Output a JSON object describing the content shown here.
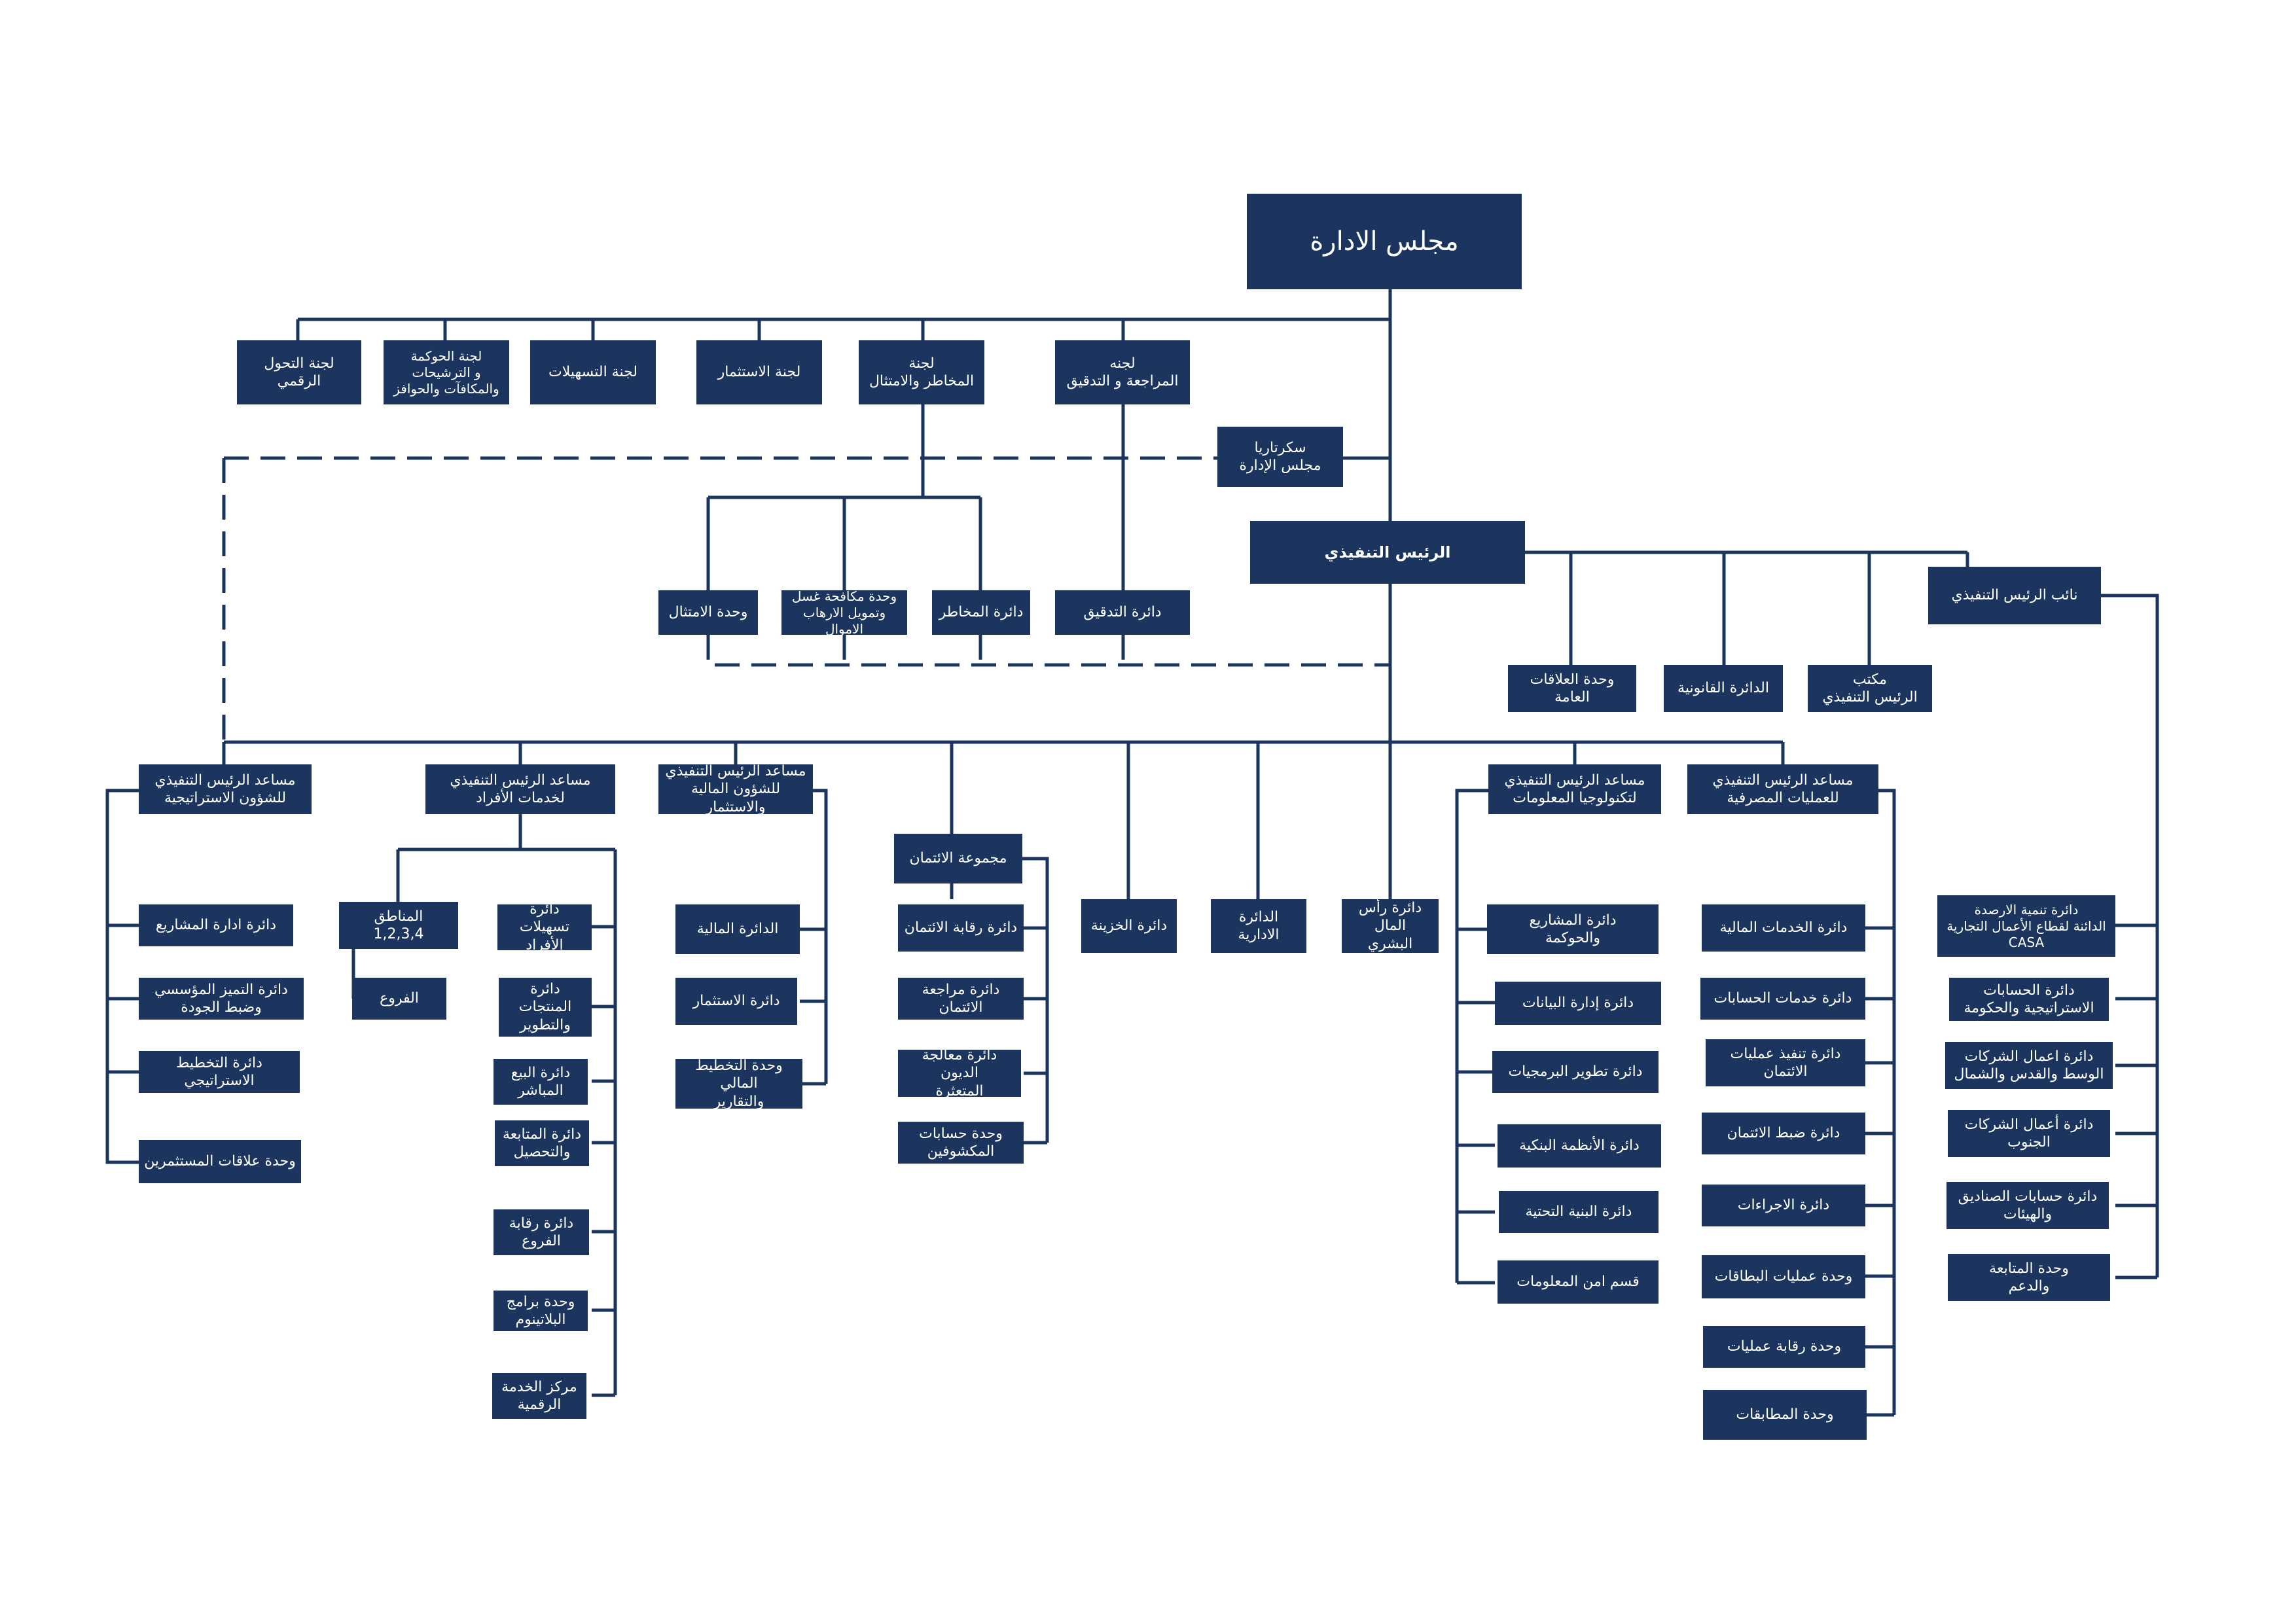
{
  "board": "مجلس الادارة",
  "committees": {
    "digital": "لجنة التحول\nالرقمي",
    "governance": "لجنة الحوكمة\nو الترشيحات\nوالمكافآت والحوافز",
    "facilities": "لجنة التسهيلات",
    "investment": "لجنة الاستثمار",
    "risk": "لجنة\nالمخاطر والامتثال",
    "audit": "لجنه\nالمراجعة و التدقيق"
  },
  "secretariat": "سكرتاريا\nمجلس الإدارة",
  "ceo": "الرئيس التنفيذي",
  "deputy_ceo": "نائب الرئيس التنفيذي",
  "control_units": {
    "compliance": "وحدة الامتثال",
    "aml": "وحدة مكافحة غسل\nوتمويل الارهاب الاموال",
    "risk_dept": "دائرة المخاطر",
    "audit_dept": "دائرة التدقيق"
  },
  "ceo_support": {
    "pr": "وحدة العلاقات العامة",
    "legal": "الدائرة القانونية",
    "office": "مكتب\nالرئيس التنفيذي"
  },
  "assistants": {
    "strategic": "مساعد الرئيس التنفيذي\nللشؤون الاستراتيجية",
    "retail": "مساعد الرئيس التنفيذي\nلخدمات الأفراد",
    "finance": "مساعد الرئيس التنفيذي\nللشؤون المالية والاستثمار",
    "it": "مساعد الرئيس التنفيذي\nلتكنولوجيا المعلومات",
    "banking": "مساعد الرئيس التنفيذي\nللعمليات المصرفية"
  },
  "strategic_units": [
    "دائرة ادارة المشاريع",
    "دائرة التميز المؤسسي\nوضبط الجودة",
    "دائرة التخطيط الاستراتيجي",
    "وحدة علاقات المستثمرين"
  ],
  "regions": "المناطق\n1,2,3,4",
  "branches": "الفروع",
  "retail_units": [
    "دائرة تسهيلات\nالأفراد",
    "دائرة المنتجات\nوالتطوير",
    "دائرة البيع\nالمباشر",
    "دائرة المتابعة\nوالتحصيل",
    "دائرة رقابة\nالفروع",
    "وحدة برامج\nالبلاتينوم",
    "مركز الخدمة\nالرقمية"
  ],
  "finance_units": [
    "الدائرة المالية",
    "دائرة الاستثمار",
    "وحدة التخطيط المالي\nوالتقارير"
  ],
  "credit_group": "مجموعة الائتمان",
  "credit_units": [
    "دائرة رقابة الائتمان",
    "دائرة مراجعة الائتمان",
    "دائرة معالجة الديون\nالمتعثرة",
    "وحدة حسابات\nالمكشوفين"
  ],
  "treasury": "دائرة الخزينة",
  "admin": "الدائرة الادارية",
  "human_capital": "دائرة رأس المال\nالبشري",
  "it_units": [
    "دائرة المشاريع\nوالحوكمة",
    "دائرة إدارة البيانات",
    "دائرة تطوير البرمجيات",
    "دائرة الأنظمة البنكية",
    "دائرة البنية التحتية",
    "قسم امن المعلومات"
  ],
  "banking_units": [
    "دائرة الخدمات المالية",
    "دائرة خدمات الحسابات",
    "دائرة تنفيذ عمليات\nالائتمان",
    "دائرة ضبط الائتمان",
    "دائرة الاجراءات",
    "وحدة عمليات البطاقات",
    "وحدة رقابة عمليات",
    "وحدة المطابقات"
  ],
  "deputy_units": [
    "دائرة تنمية الارصدة\nالدائنة لقطاع الأعمال التجارية\nCASA",
    "دائرة الحسابات\nالاستراتيجية والحكومة",
    "دائرة اعمال الشركات\nالوسط والقدس والشمال",
    "دائرة أعمال الشركات\nالجنوب",
    "دائرة حسابات الصناديق\nوالهيئات",
    "وحدة المتابعة\nوالدعم"
  ],
  "colors": {
    "box": "#1c355e",
    "line": "#1c355e",
    "text": "#ffffff"
  }
}
